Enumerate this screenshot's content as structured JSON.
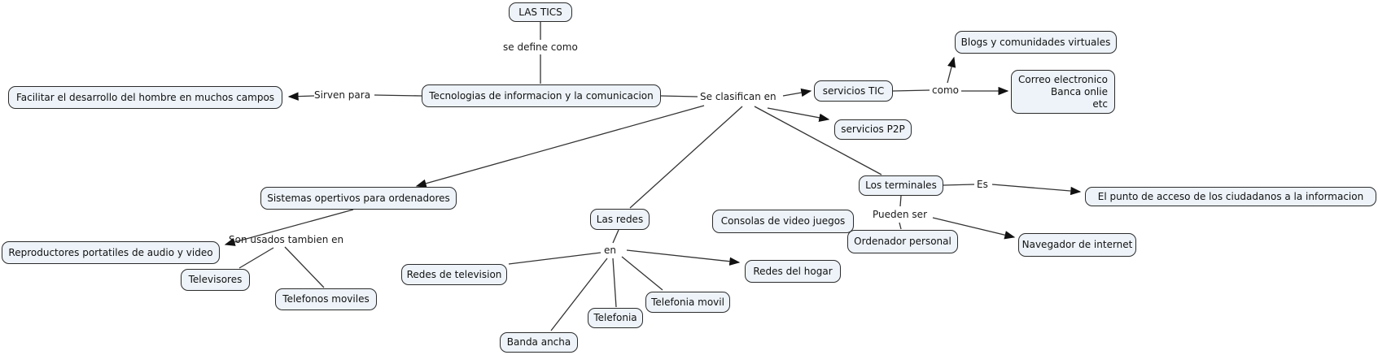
{
  "title": "LAS TICS concept map",
  "colors": {
    "background": "#ffffff",
    "node_fill": "#edf3f8",
    "node_border": "#2b2b2b",
    "line": "#333333"
  },
  "nodes": {
    "las_tics": {
      "label": "LAS TICS"
    },
    "tecnologias": {
      "label": "Tecnologias de informacion y la comunicacion"
    },
    "facilitar": {
      "label": "Facilitar el desarrollo del hombre en muchos campos"
    },
    "servicios_tic": {
      "label": "servicios TIC"
    },
    "servicios_p2p": {
      "label": "servicios P2P"
    },
    "blogs": {
      "label": "Blogs y comunidades virtuales"
    },
    "correo": {
      "label": "Correo electronico\nBanca onlie\netc"
    },
    "sistemas": {
      "label": "Sistemas opertivos para ordenadores"
    },
    "reproductores": {
      "label": "Reproductores portatiles de audio y video"
    },
    "televisores": {
      "label": "Televisores"
    },
    "telefonos_moviles": {
      "label": "Telefonos moviles"
    },
    "las_redes": {
      "label": "Las redes"
    },
    "redes_television": {
      "label": "Redes de television"
    },
    "banda_ancha": {
      "label": "Banda ancha"
    },
    "telefonia": {
      "label": "Telefonia"
    },
    "telefonia_movil": {
      "label": "Telefonia movil"
    },
    "redes_hogar": {
      "label": "Redes del hogar"
    },
    "consolas": {
      "label": "Consolas de video juegos"
    },
    "los_terminales": {
      "label": "Los terminales"
    },
    "ordenador": {
      "label": "Ordenador personal"
    },
    "navegador": {
      "label": "Navegador de internet"
    },
    "el_punto": {
      "label": "El punto de acceso de los ciudadanos a la informacion"
    }
  },
  "link_labels": {
    "se_define_como": "se define como",
    "sirven_para": "Sirven para",
    "se_clasifican_en": "Se clasifican en",
    "como": "como",
    "es": "Es",
    "pueden_ser": "Pueden ser",
    "son_usados": "Son usados tambien en",
    "en": "en"
  }
}
